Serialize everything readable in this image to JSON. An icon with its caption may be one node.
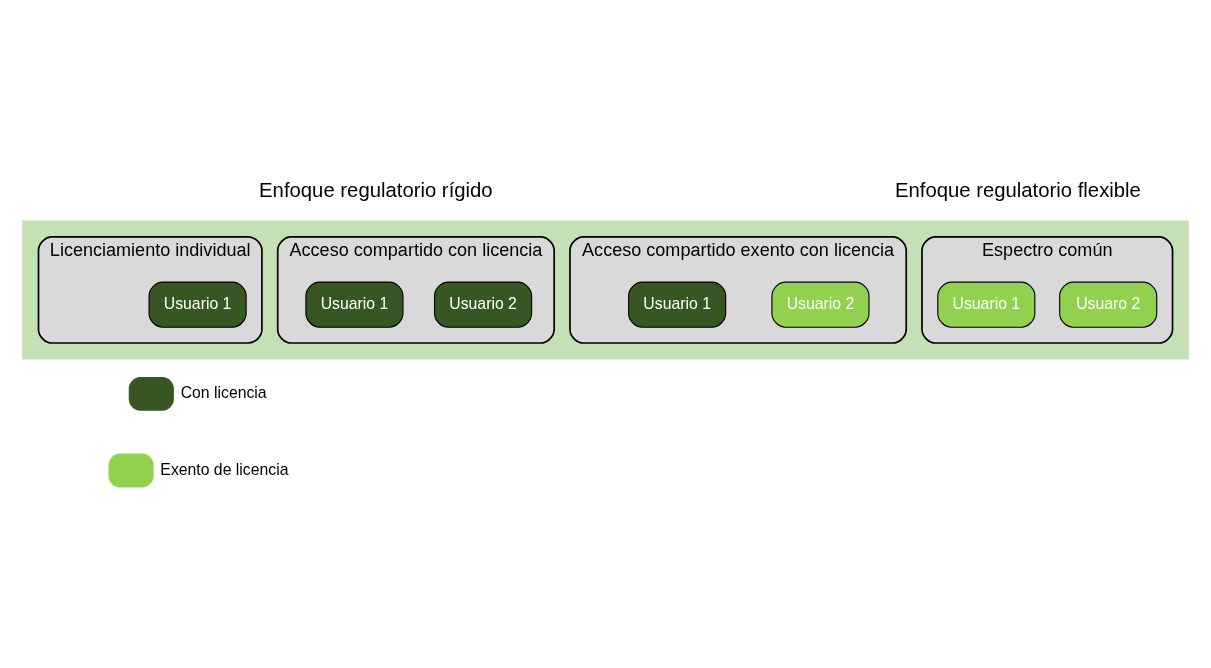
{
  "diagram": {
    "nodes": [
      {
        "text": [],
        "shape": "arrow"
      },
      {
        "text": [
          "Licenciamiento individual"
        ],
        "in": 0
      },
      {
        "text": [
          "Usuario 1"
        ],
        "in": 1
      },
      {
        "text": [
          "Acceso compartido con licencia"
        ],
        "in": 0
      },
      {
        "text": [
          "Usuario 1"
        ],
        "in": 3
      },
      {
        "text": [
          "Usuario 2"
        ],
        "in": 3
      },
      {
        "text": [
          "Acceso compartido exento con licencia"
        ],
        "in": 0
      },
      {
        "text": [
          "Usuario 1"
        ],
        "in": 6
      },
      {
        "text": [
          "Usuario 2"
        ],
        "in": 6
      },
      {
        "text": [
          "Espectro común"
        ],
        "in": 0
      },
      {
        "text": [
          "Usuario 1"
        ],
        "in": 9
      },
      {
        "text": [
          "Usuaro 2"
        ],
        "in": 9
      }
    ],
    "edges": [],
    "labels": [
      "Enfoque regulatorio rígido",
      "Enfoque regulatorio flexible"
    ],
    "legend": [
      {
        "text": "Con licencia",
        "color": "#375623"
      },
      {
        "text": "Exento de licencia",
        "color": "#92d050"
      }
    ]
  }
}
